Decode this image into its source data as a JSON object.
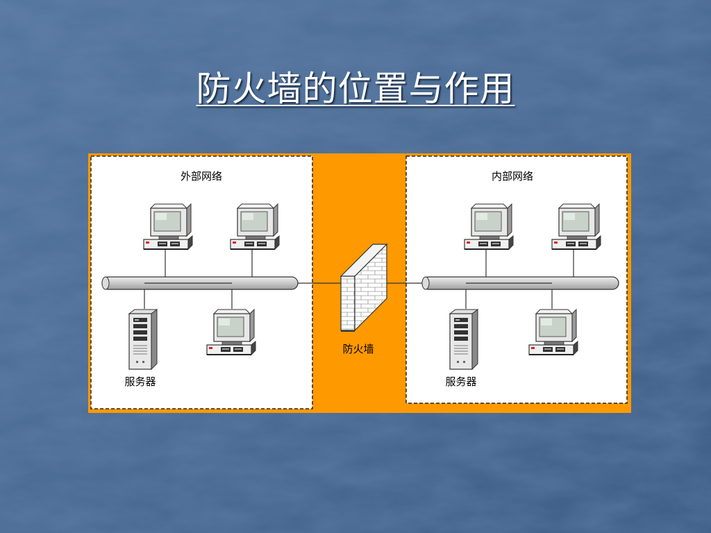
{
  "slide": {
    "title": "防火墙的位置与作用"
  },
  "diagram": {
    "external_zone": {
      "label": "外部网络",
      "server_label": "服务器"
    },
    "internal_zone": {
      "label": "内部网络",
      "server_label": "服务器"
    },
    "firewall": {
      "label": "防火墙"
    }
  },
  "colors": {
    "background": "#4a6b94",
    "highlight": "#ff9900",
    "zone_fill": "#ffffff",
    "bus": "#c8c8c8"
  },
  "icons": [
    "workstation-icon",
    "server-tower-icon",
    "brick-wall-icon",
    "network-bus-icon"
  ]
}
